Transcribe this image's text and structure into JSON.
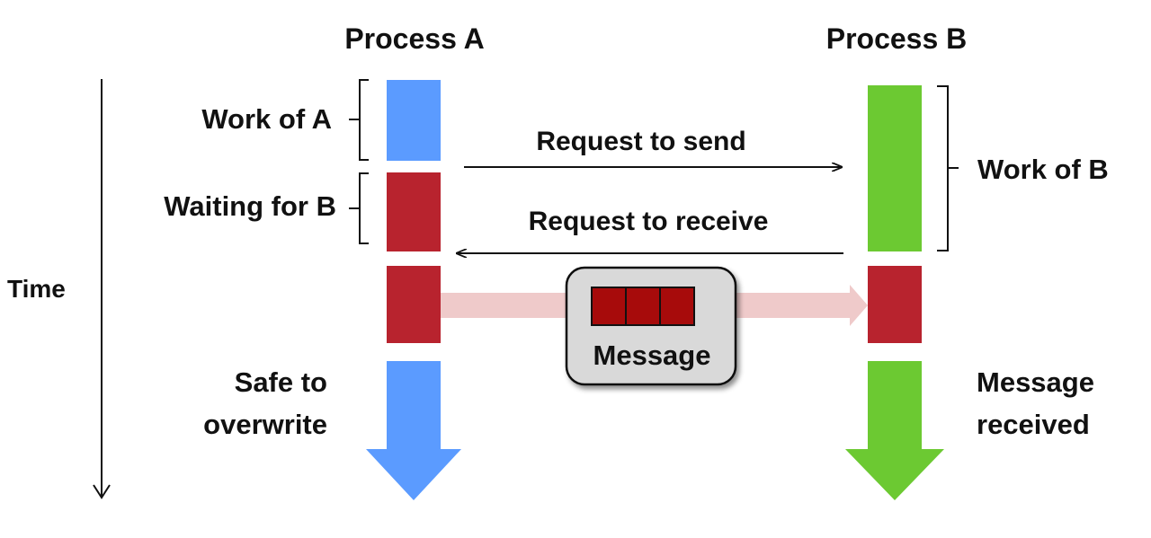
{
  "colors": {
    "process_a_work": "#5b9bff",
    "process_b_work": "#6cc932",
    "waiting": "#b8232e",
    "message_cell": "#a70b0b",
    "message_band": "#efcaca",
    "message_box_fill": "#d9d9d9",
    "ink": "#111111"
  },
  "headers": {
    "process_a": "Process A",
    "process_b": "Process B"
  },
  "axis": {
    "time_label": "Time"
  },
  "left_labels": {
    "work_of_a": "Work of A",
    "waiting_for_b": "Waiting for B",
    "safe_line1": "Safe to",
    "safe_line2": "overwrite"
  },
  "right_labels": {
    "work_of_b": "Work of B",
    "received_line1": "Message",
    "received_line2": "received"
  },
  "arrows": {
    "request_to_send": "Request to send",
    "request_to_receive": "Request to receive"
  },
  "message": {
    "label": "Message",
    "cell_count": 3
  }
}
